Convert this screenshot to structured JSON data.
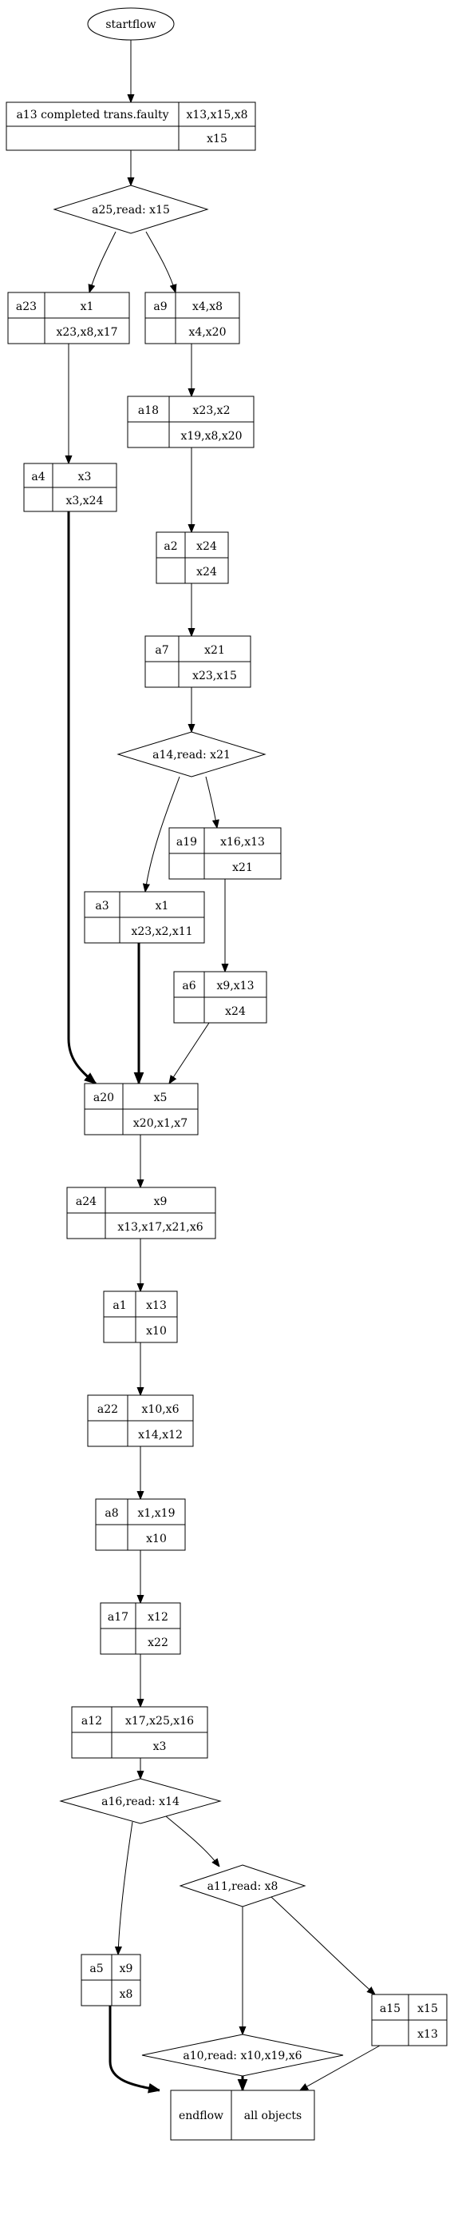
{
  "diagram": {
    "start": "startflow",
    "nodes": {
      "a13": {
        "id": "a13",
        "label": "a13 completed trans.faulty",
        "writes": "x13,x15,x8",
        "reads": "x15"
      },
      "d25": {
        "label": "a25,read: x15"
      },
      "a23": {
        "id": "a23",
        "writes": "x1",
        "reads": "x23,x8,x17"
      },
      "a9": {
        "id": "a9",
        "writes": "x4,x8",
        "reads": "x4,x20"
      },
      "a18": {
        "id": "a18",
        "writes": "x23,x2",
        "reads": "x19,x8,x20"
      },
      "a4": {
        "id": "a4",
        "writes": "x3",
        "reads": "x3,x24"
      },
      "a2": {
        "id": "a2",
        "writes": "x24",
        "reads": "x24"
      },
      "a7": {
        "id": "a7",
        "writes": "x21",
        "reads": "x23,x15"
      },
      "d14": {
        "label": "a14,read: x21"
      },
      "a19": {
        "id": "a19",
        "writes": "x16,x13",
        "reads": "x21"
      },
      "a3": {
        "id": "a3",
        "writes": "x1",
        "reads": "x23,x2,x11"
      },
      "a6": {
        "id": "a6",
        "writes": "x9,x13",
        "reads": "x24"
      },
      "a20": {
        "id": "a20",
        "writes": "x5",
        "reads": "x20,x1,x7"
      },
      "a24": {
        "id": "a24",
        "writes": "x9",
        "reads": "x13,x17,x21,x6"
      },
      "a1": {
        "id": "a1",
        "writes": "x13",
        "reads": "x10"
      },
      "a22": {
        "id": "a22",
        "writes": "x10,x6",
        "reads": "x14,x12"
      },
      "a8": {
        "id": "a8",
        "writes": "x1,x19",
        "reads": "x10"
      },
      "a17": {
        "id": "a17",
        "writes": "x12",
        "reads": "x22"
      },
      "a12": {
        "id": "a12",
        "writes": "x17,x25,x16",
        "reads": "x3"
      },
      "d16": {
        "label": "a16,read: x14"
      },
      "d11": {
        "label": "a11,read: x8"
      },
      "a5": {
        "id": "a5",
        "writes": "x9",
        "reads": "x8"
      },
      "d10": {
        "label": "a10,read: x10,x19,x6"
      },
      "a15": {
        "id": "a15",
        "writes": "x15",
        "reads": "x13"
      },
      "end": {
        "id": "endflow",
        "writes": "all objects"
      }
    },
    "edges": [
      {
        "from": "start",
        "to": "a13",
        "bold": false
      },
      {
        "from": "a13",
        "to": "d25",
        "bold": false
      },
      {
        "from": "d25",
        "to": "a23",
        "bold": false
      },
      {
        "from": "d25",
        "to": "a9",
        "bold": false
      },
      {
        "from": "a23",
        "to": "a4",
        "bold": false
      },
      {
        "from": "a9",
        "to": "a18",
        "bold": false
      },
      {
        "from": "a18",
        "to": "a2",
        "bold": false
      },
      {
        "from": "a2",
        "to": "a7",
        "bold": false
      },
      {
        "from": "a7",
        "to": "d14",
        "bold": false
      },
      {
        "from": "d14",
        "to": "a19",
        "bold": false
      },
      {
        "from": "d14",
        "to": "a3",
        "bold": false
      },
      {
        "from": "a19",
        "to": "a6",
        "bold": false
      },
      {
        "from": "a4",
        "to": "a20",
        "bold": true
      },
      {
        "from": "a3",
        "to": "a20",
        "bold": true
      },
      {
        "from": "a6",
        "to": "a20",
        "bold": false
      },
      {
        "from": "a20",
        "to": "a24",
        "bold": false
      },
      {
        "from": "a24",
        "to": "a1",
        "bold": false
      },
      {
        "from": "a1",
        "to": "a22",
        "bold": false
      },
      {
        "from": "a22",
        "to": "a8",
        "bold": false
      },
      {
        "from": "a8",
        "to": "a17",
        "bold": false
      },
      {
        "from": "a17",
        "to": "a12",
        "bold": false
      },
      {
        "from": "a12",
        "to": "d16",
        "bold": false
      },
      {
        "from": "d16",
        "to": "a5",
        "bold": false
      },
      {
        "from": "d16",
        "to": "d11",
        "bold": false
      },
      {
        "from": "d11",
        "to": "d10",
        "bold": false
      },
      {
        "from": "d11",
        "to": "a15",
        "bold": false
      },
      {
        "from": "a5",
        "to": "end",
        "bold": true
      },
      {
        "from": "d10",
        "to": "end",
        "bold": true
      },
      {
        "from": "a15",
        "to": "end",
        "bold": false
      }
    ]
  }
}
